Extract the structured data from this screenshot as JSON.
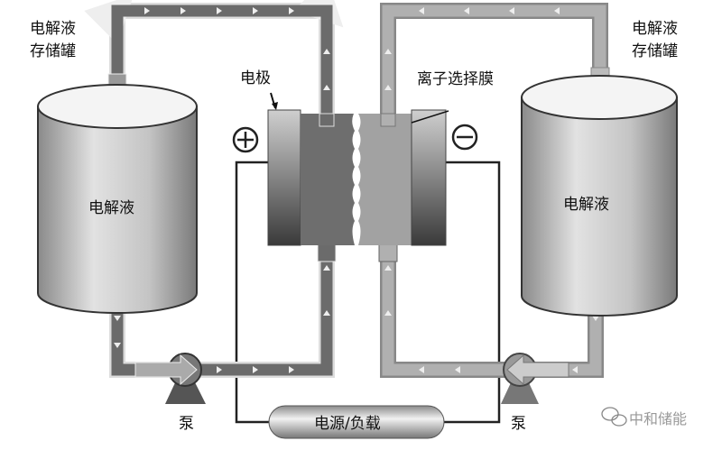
{
  "labels": {
    "left_tank_line1": "电解液",
    "left_tank_line2": "存储罐",
    "right_tank_line1": "电解液",
    "right_tank_line2": "存储罐",
    "left_electrolyte": "电解液",
    "right_electrolyte": "电解液",
    "electrode": "电极",
    "membrane": "离子选择膜",
    "left_pump": "泵",
    "right_pump": "泵",
    "power_load": "电源/负载",
    "watermark": "中和储能"
  },
  "colors": {
    "dark_pipe": "#6b6b6b",
    "light_pipe": "#a9a9a9",
    "tank": "#b5b5b5"
  }
}
